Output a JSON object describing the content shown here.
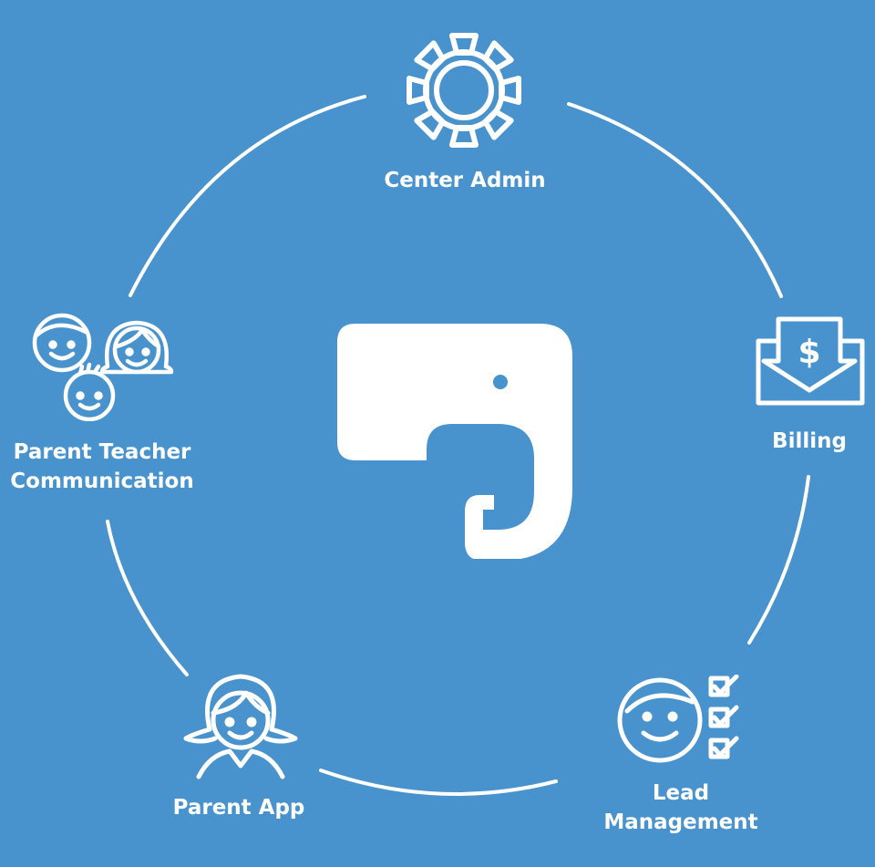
{
  "diagram": {
    "center_logo": "elephant-logo",
    "nodes": [
      {
        "id": "center-admin",
        "icon": "gear-icon",
        "lines": [
          "Center Admin"
        ]
      },
      {
        "id": "billing",
        "icon": "billing-icon",
        "lines": [
          "Billing"
        ]
      },
      {
        "id": "lead-management",
        "icon": "lead-checklist-icon",
        "lines": [
          "Lead",
          "Management"
        ]
      },
      {
        "id": "parent-app",
        "icon": "parent-girl-icon",
        "lines": [
          "Parent App"
        ]
      },
      {
        "id": "parent-teacher-communication",
        "icon": "children-faces-icon",
        "lines": [
          "Parent Teacher",
          "Communication"
        ]
      }
    ]
  },
  "colors": {
    "background": "#4893cd",
    "foreground": "#ffffff"
  }
}
